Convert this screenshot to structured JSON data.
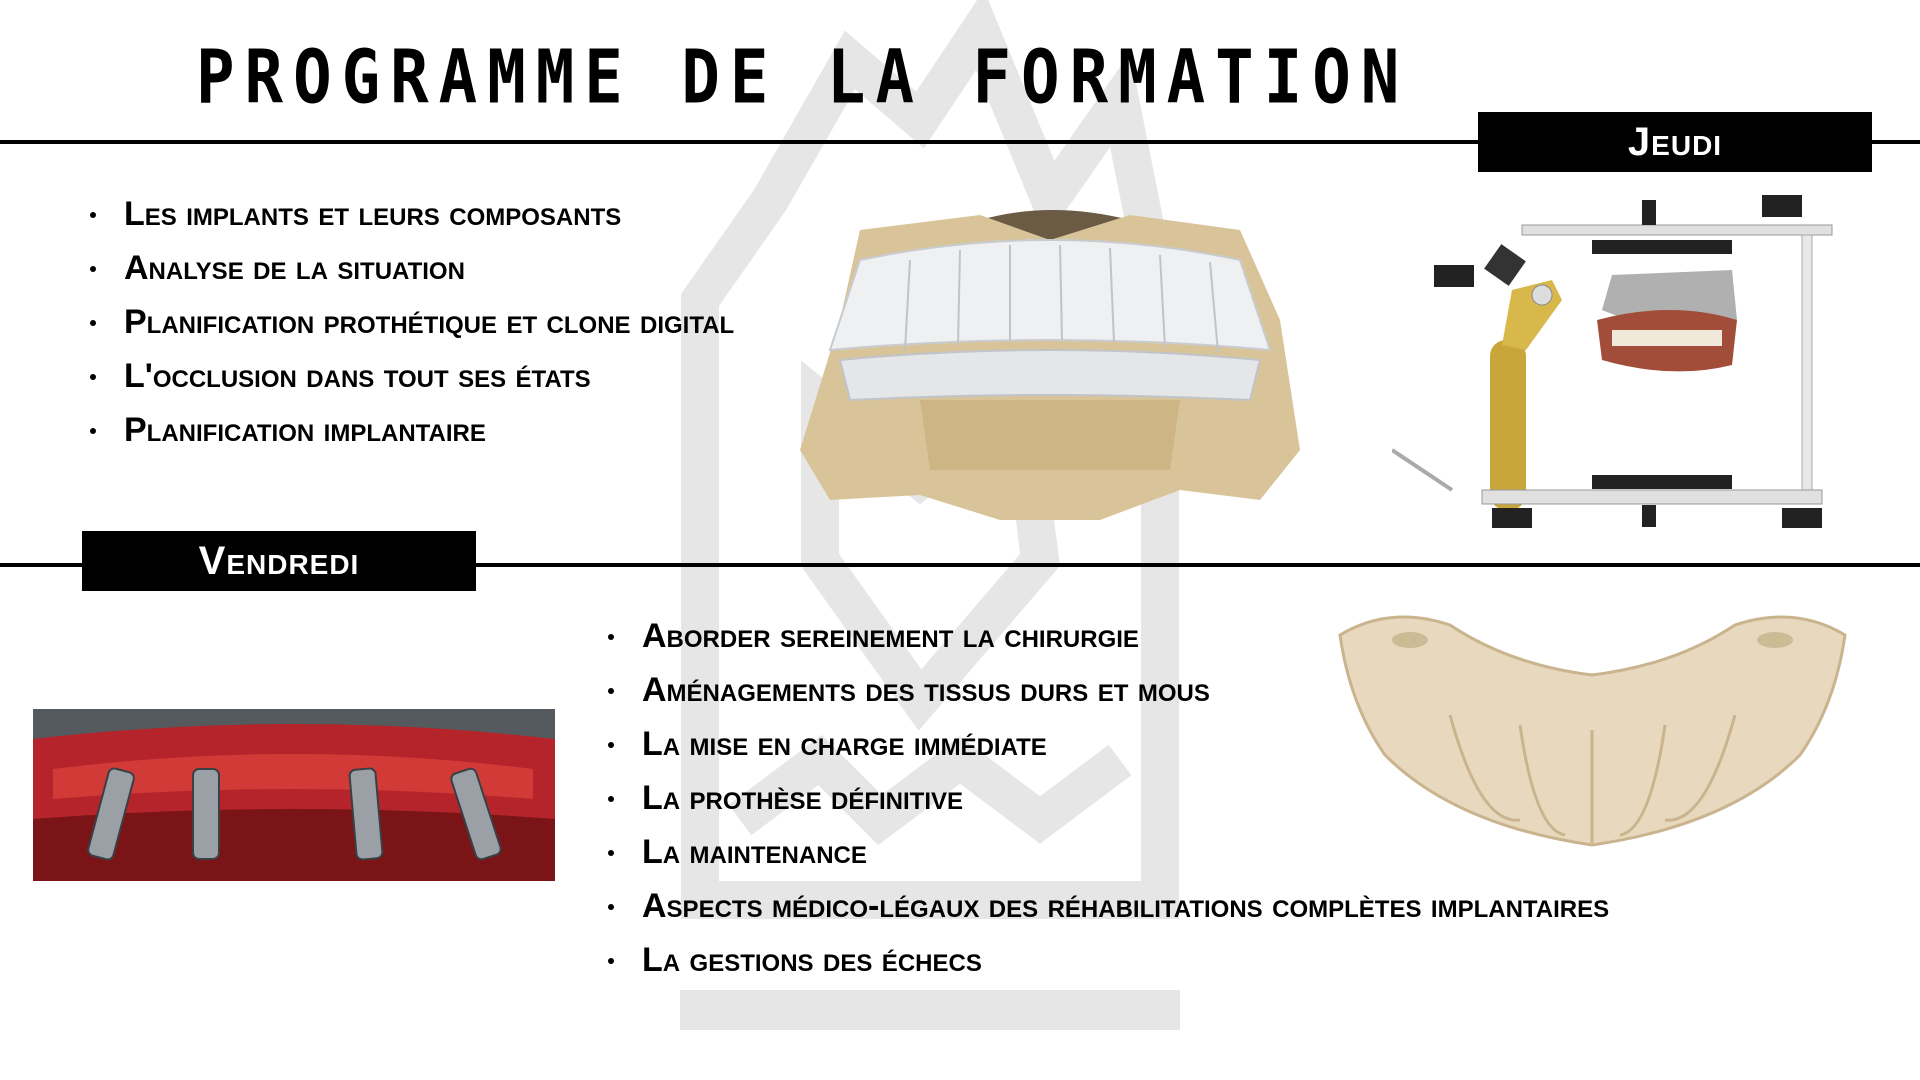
{
  "title": "PROGRAMME DE LA FORMATION",
  "jeudi": {
    "label": "Jeudi",
    "items": [
      "Les implants et leurs composants",
      "Analyse de la situation",
      "Planification prothétique et clone digital",
      "L'occlusion dans tout ses états",
      "Planification implantaire"
    ]
  },
  "vendredi": {
    "label": "Vendredi",
    "items": [
      "Aborder sereinement la chirurgie",
      "Aménagements des tissus durs et mous",
      "La mise en charge immédiate",
      "La prothèse définitive",
      "La maintenance",
      "Aspects médico-légaux des réhabilitations complètes implantaires",
      "La gestions des échecs"
    ]
  },
  "colors": {
    "line": "#000000",
    "label_bg": "#000000",
    "label_text": "#ffffff",
    "watermark": "#e6e6e6",
    "model_beige": "#d9c49a",
    "tooth_white": "#eef0f2",
    "gold_post": "#c9a63a",
    "gum_red": "#b5242a",
    "crown_ivory": "#e8d9be"
  },
  "icons": [
    "logo-watermark",
    "digital-dental-model",
    "virtual-articulator",
    "surgical-implants-photo",
    "implant-bridge-prosthesis"
  ]
}
